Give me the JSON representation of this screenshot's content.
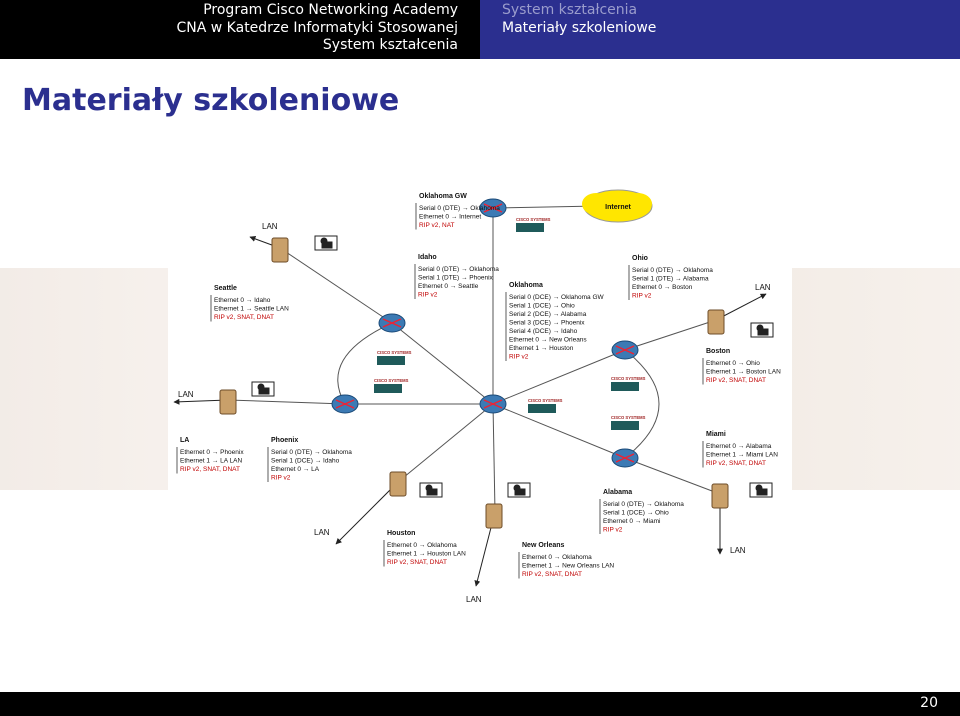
{
  "header": {
    "left": [
      "Program Cisco Networking Academy",
      "CNA w Katedrze Informatyki Stosowanej",
      "System kształcenia"
    ],
    "right": [
      "System kształcenia",
      "Materiały szkoleniowe"
    ]
  },
  "title": "Materiały szkoleniowe",
  "page_number": "20",
  "diagram": {
    "lan": "LAN",
    "cisco": "CISCO SYSTEMS",
    "internet": "Internet",
    "nodes": {
      "okgw": {
        "name": "Oklahoma GW",
        "lines": [
          "Serial 0 (DTE) → Oklahoma",
          "Ethernet 0 → Internet"
        ],
        "red": [
          "RIP v2, NAT"
        ]
      },
      "idaho": {
        "name": "Idaho",
        "lines": [
          "Serial 0 (DTE) → Oklahoma",
          "Serial 1 (DTE) → Phoenix",
          "Ethernet 0 → Seattle"
        ],
        "red": [
          "RIP v2"
        ]
      },
      "seattle": {
        "name": "Seattle",
        "lines": [
          "Ethernet 0 → Idaho",
          "Ethernet 1 → Seattle LAN"
        ],
        "red": [
          "RIP v2, SNAT, DNAT"
        ]
      },
      "oklahoma": {
        "name": "Oklahoma",
        "lines": [
          "Serial 0 (DCE) → Oklahoma GW",
          "Serial 1 (DCE) → Ohio",
          "Serial 2 (DCE) → Alabama",
          "Serial 3 (DCE) → Phoenix",
          "Serial 4 (DCE) → Idaho",
          "Ethernet 0 → New Orleans",
          "Ethernet 1 → Houston"
        ],
        "red": [
          "RIP v2"
        ]
      },
      "ohio": {
        "name": "Ohio",
        "lines": [
          "Serial 0 (DTE) → Oklahoma",
          "Serial 1 (DTE) → Alabama",
          "Ethernet 0 → Boston"
        ],
        "red": [
          "RIP v2"
        ]
      },
      "boston": {
        "name": "Boston",
        "lines": [
          "Ethernet 0 → Ohio",
          "Ethernet 1 → Boston LAN"
        ],
        "red": [
          "RIP v2, SNAT, DNAT"
        ]
      },
      "la": {
        "name": "LA",
        "lines": [
          "Ethernet 0 → Phoenix",
          "Ethernet 1 → LA LAN"
        ],
        "red": [
          "RIP v2, SNAT, DNAT"
        ]
      },
      "phoenix": {
        "name": "Phoenix",
        "lines": [
          "Serial 0 (DTE) → Oklahoma",
          "Serial 1 (DCE) → Idaho",
          "Ethernet 0 → LA"
        ],
        "red": [
          "RIP v2"
        ]
      },
      "miami": {
        "name": "Miami",
        "lines": [
          "Ethernet 0 → Alabama",
          "Ethernet 1 → Miami LAN"
        ],
        "red": [
          "RIP v2, SNAT, DNAT"
        ]
      },
      "alabama": {
        "name": "Alabama",
        "lines": [
          "Serial 0 (DTE) → Oklahoma",
          "Serial 1 (DCE) → Ohio",
          "Ethernet 0 → Miami"
        ],
        "red": [
          "RIP v2"
        ]
      },
      "houston": {
        "name": "Houston",
        "lines": [
          "Ethernet 0 → Oklahoma",
          "Ethernet 1 → Houston LAN"
        ],
        "red": [
          "RIP v2, SNAT, DNAT"
        ]
      },
      "neworleans": {
        "name": "New Orleans",
        "lines": [
          "Ethernet 0 → Oklahoma",
          "Ethernet 1 → New Orleans LAN"
        ],
        "red": [
          "RIP v2, SNAT, DNAT"
        ]
      }
    }
  }
}
